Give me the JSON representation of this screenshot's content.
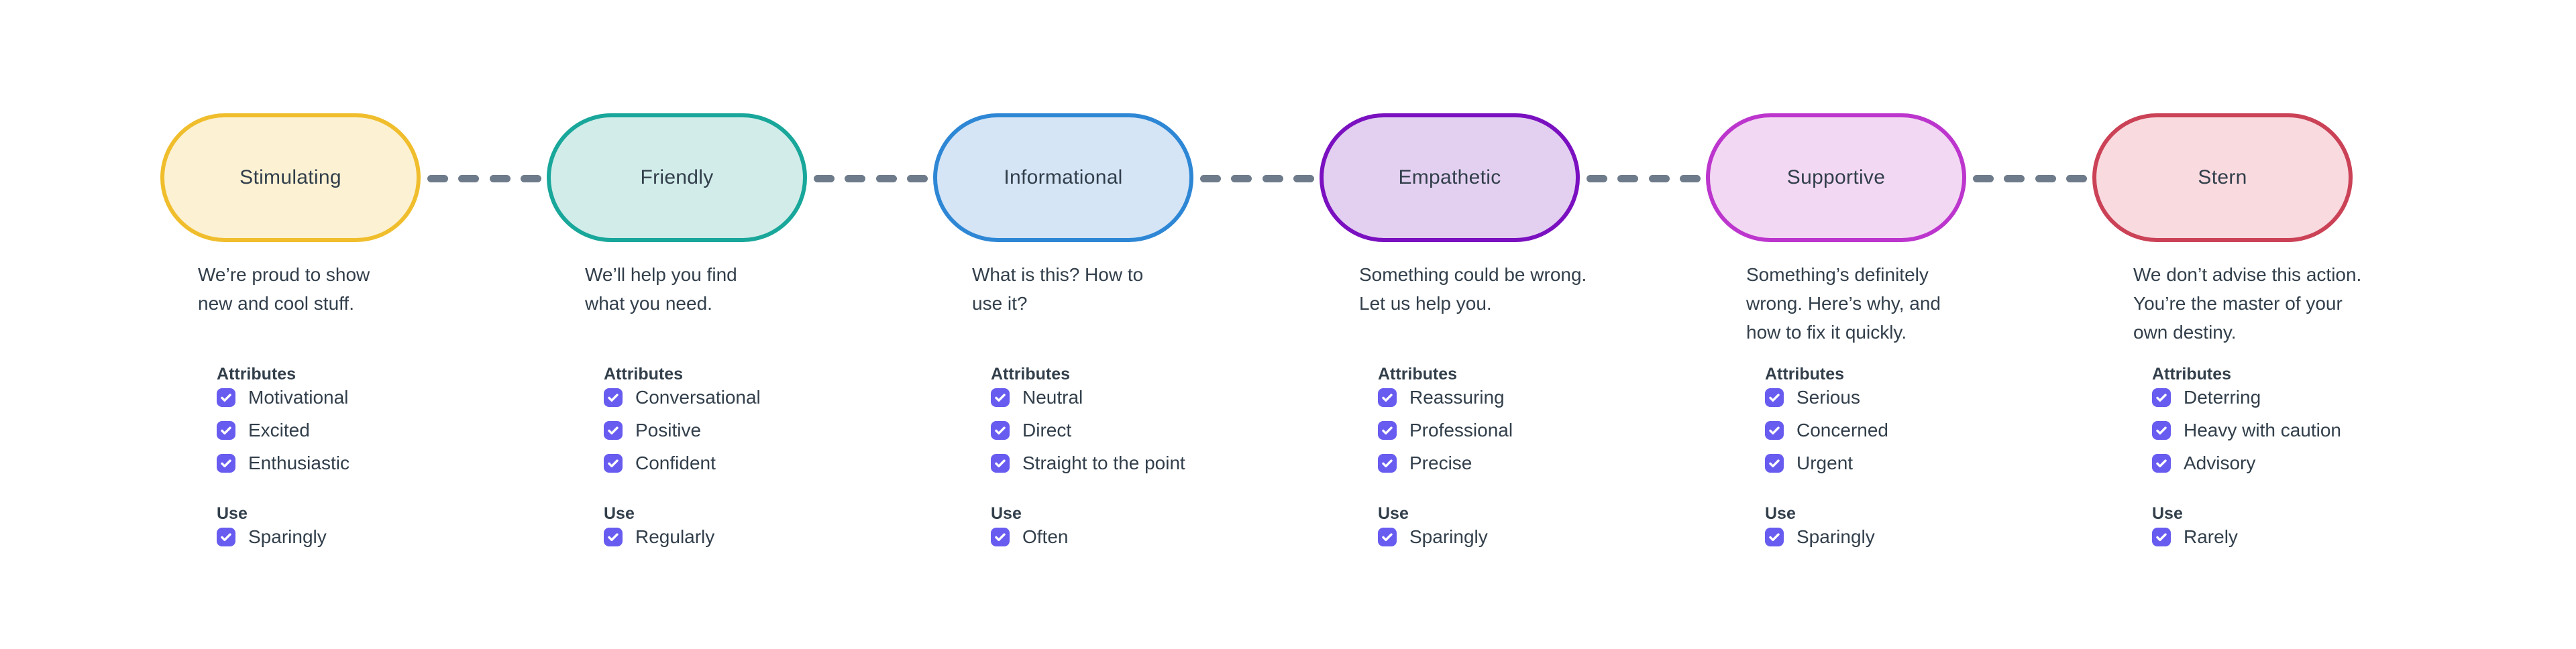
{
  "diagram": {
    "background": "#ffffff",
    "connector_color": "#6E7B8A",
    "checkbox_color": "#685CF0",
    "text_color": "#323F4B",
    "labels": {
      "attributes": "Attributes",
      "use": "Use"
    },
    "stages": [
      {
        "name": "Stimulating",
        "colors": {
          "border": "#F0BE2D",
          "fill": "#FCF1D3"
        },
        "description_lines": [
          "We’re proud to show",
          "new and cool stuff."
        ],
        "attributes": [
          "Motivational",
          "Excited",
          "Enthusiastic"
        ],
        "use": "Sparingly"
      },
      {
        "name": "Friendly",
        "colors": {
          "border": "#18A79A",
          "fill": "#D2ECE9"
        },
        "description_lines": [
          "We’ll help you find",
          "what you need."
        ],
        "attributes": [
          "Conversational",
          "Positive",
          "Confident"
        ],
        "use": "Regularly"
      },
      {
        "name": "Informational",
        "colors": {
          "border": "#2E87D5",
          "fill": "#D5E5F6"
        },
        "description_lines": [
          "What is this? How to",
          "use it?"
        ],
        "attributes": [
          "Neutral",
          "Direct",
          "Straight to the point"
        ],
        "use": "Often"
      },
      {
        "name": "Empathetic",
        "colors": {
          "border": "#7A10C0",
          "fill": "#E3D0F0"
        },
        "description_lines": [
          "Something could be wrong.",
          "Let us help you."
        ],
        "attributes": [
          "Reassuring",
          "Professional",
          "Precise"
        ],
        "use": "Sparingly"
      },
      {
        "name": "Supportive",
        "colors": {
          "border": "#BC35CD",
          "fill": "#F3D8F3"
        },
        "description_lines": [
          "Something’s definitely",
          "wrong. Here’s why, and",
          "how to fix it quickly."
        ],
        "attributes": [
          "Serious",
          "Concerned",
          "Urgent"
        ],
        "use": "Sparingly"
      },
      {
        "name": "Stern",
        "colors": {
          "border": "#CB4257",
          "fill": "#F8DADF"
        },
        "description_lines": [
          "We don’t advise this action.",
          "You’re the master of your",
          "own destiny."
        ],
        "attributes": [
          "Deterring",
          "Heavy with caution",
          "Advisory"
        ],
        "use": "Rarely"
      }
    ]
  }
}
